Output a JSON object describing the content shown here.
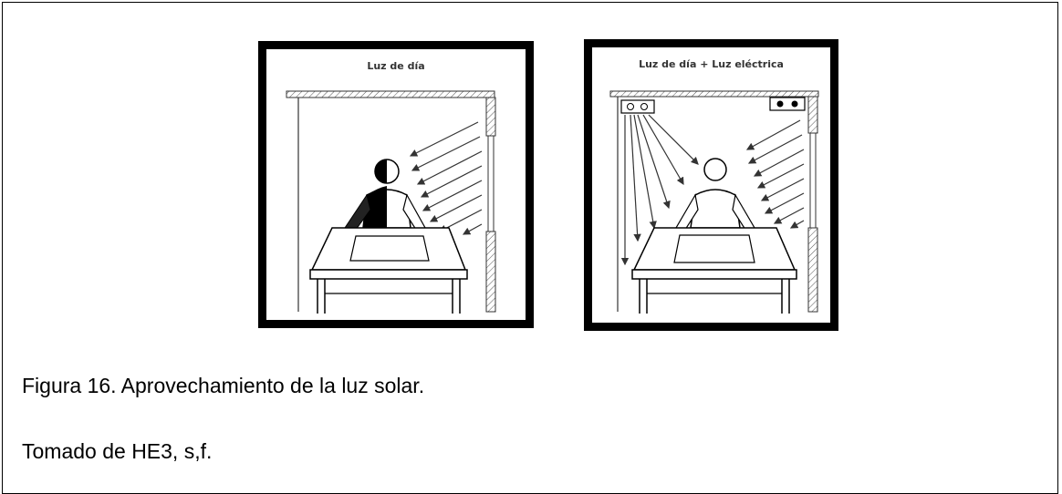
{
  "panels": [
    {
      "title": "Luz de día",
      "scene": "daylight"
    },
    {
      "title": "Luz de día + Luz eléctrica",
      "scene": "daylight-plus-electric"
    }
  ],
  "caption": {
    "figure": "Figura 16. Aprovechamiento de la luz solar.",
    "source": "Tomado de HE3, s,f."
  }
}
